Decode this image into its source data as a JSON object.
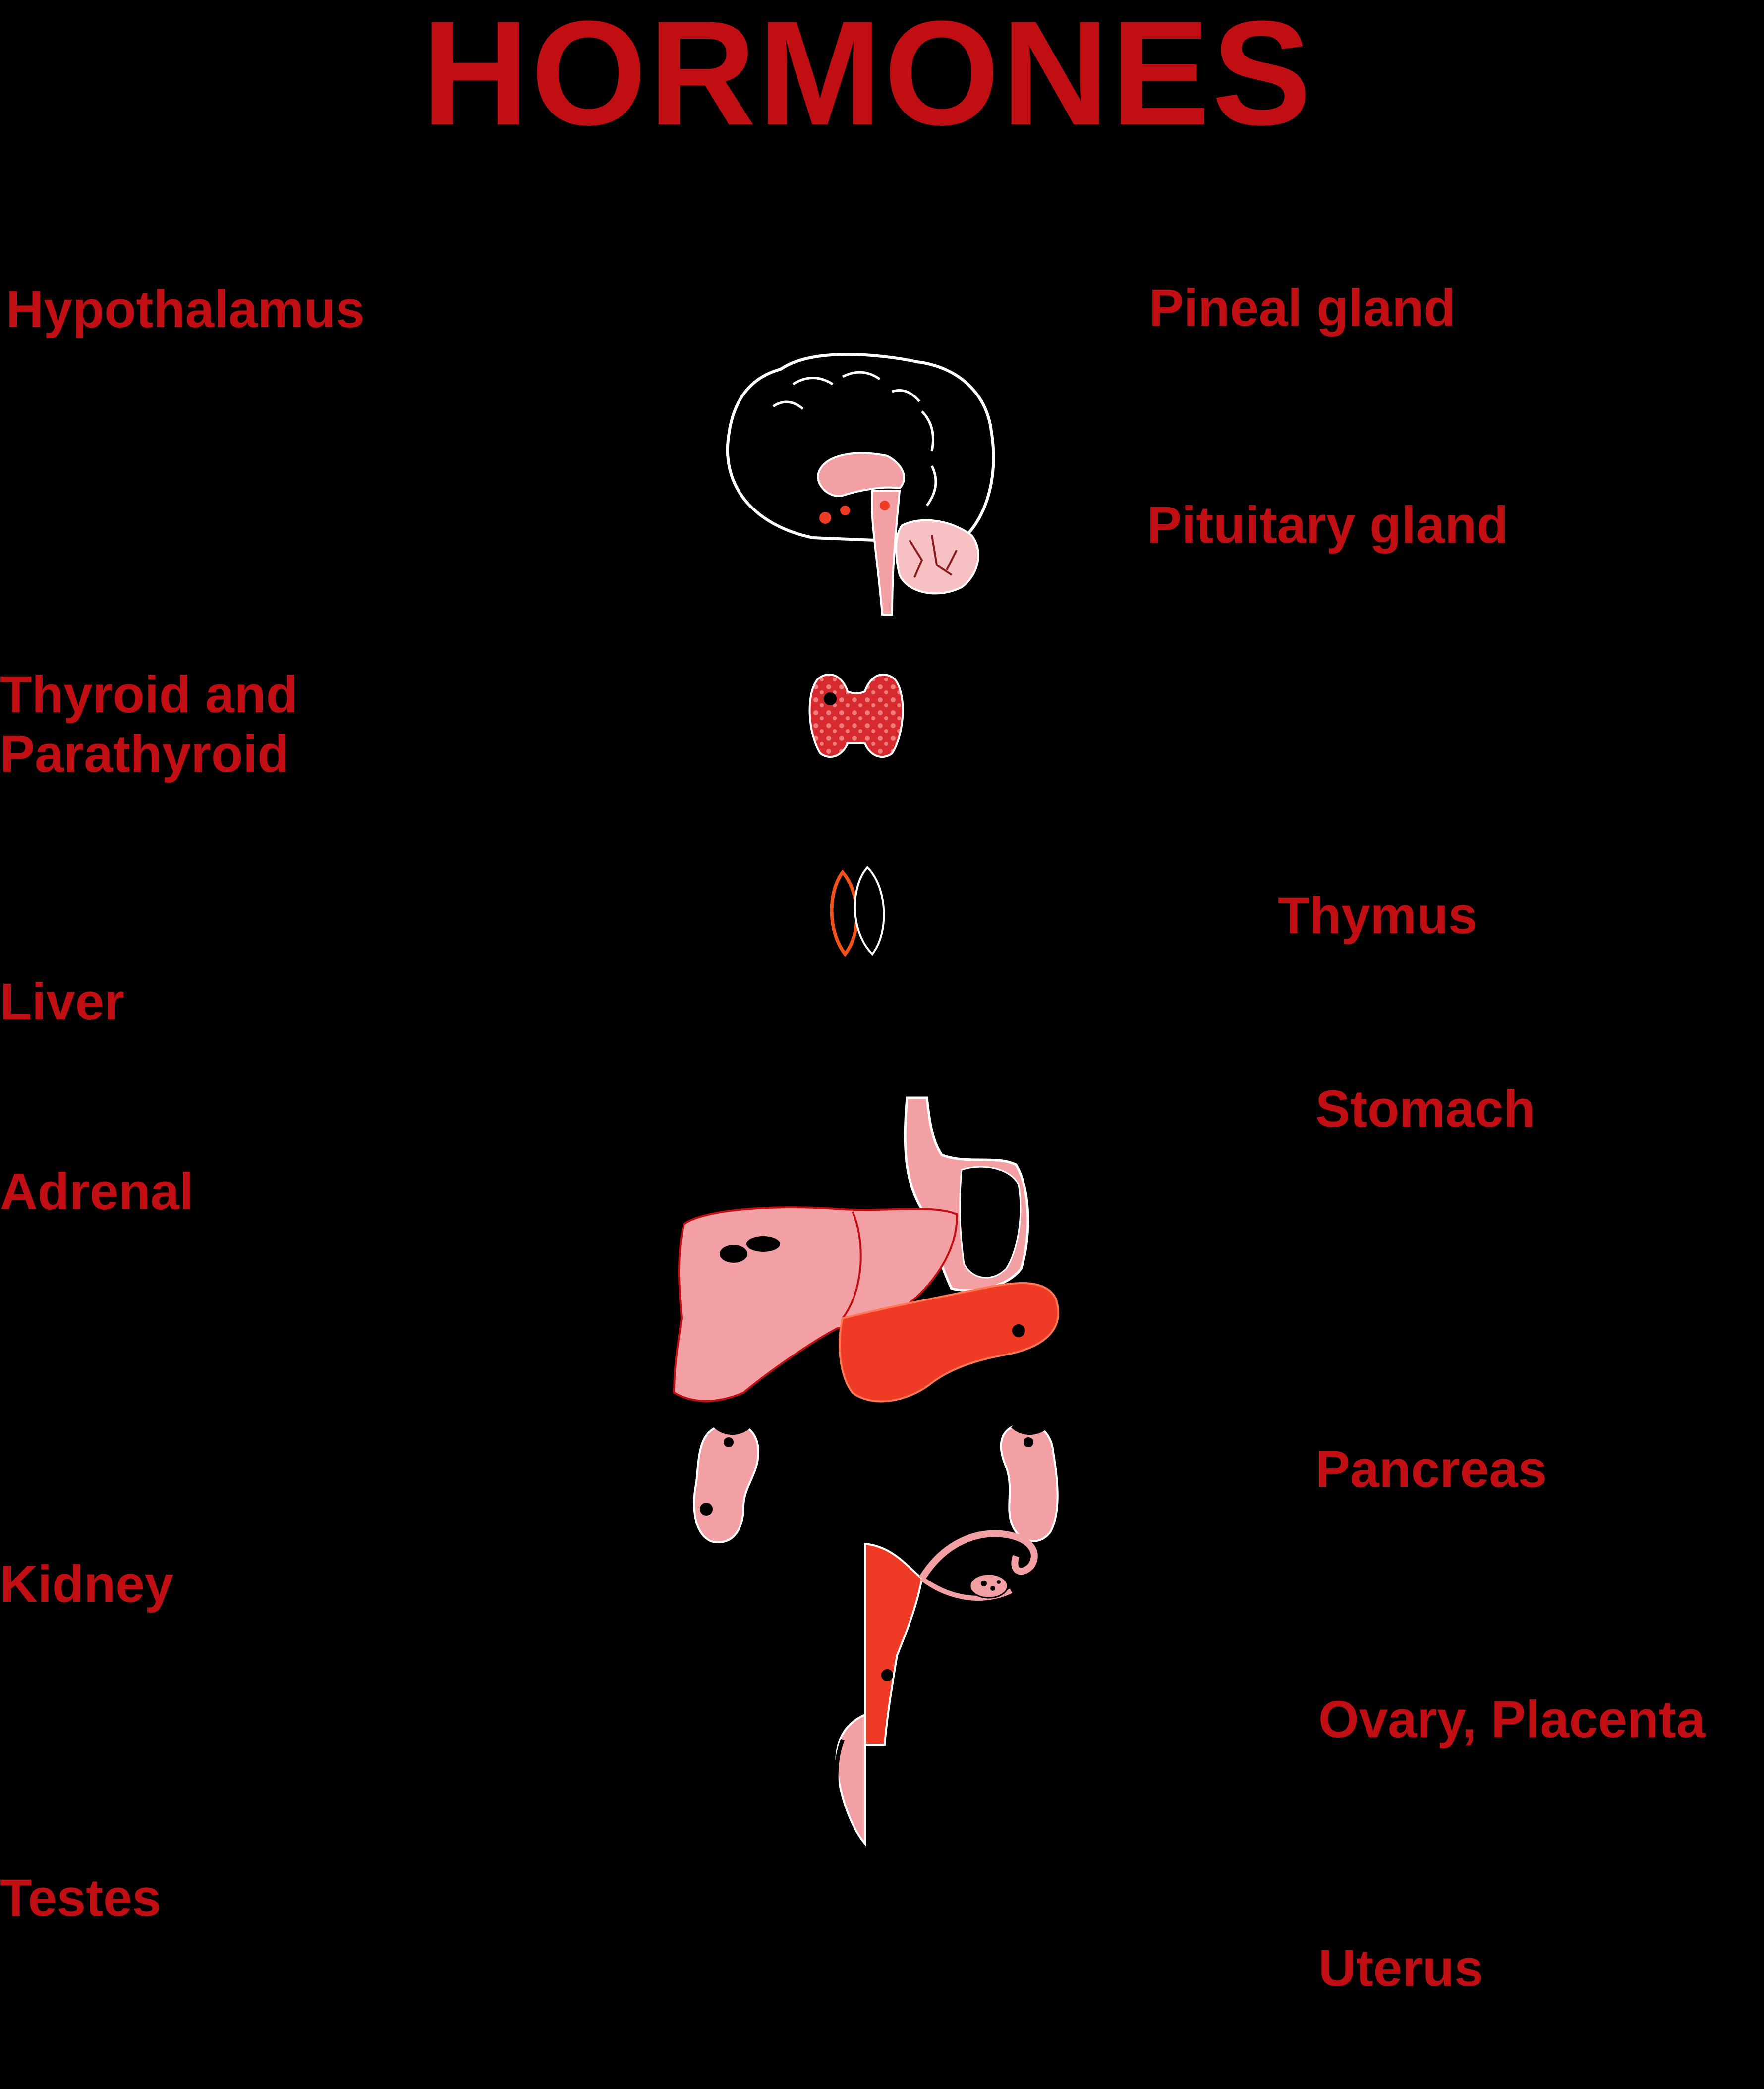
{
  "title": "HORMONES",
  "labels": {
    "hypothalamus": "Hypothalamus",
    "pineal": "Pineal gland",
    "pituitary": "Pituitary gland",
    "thyroid_line1": "Thyroid and",
    "thyroid_line2": "Parathyroid",
    "thymus": "Thymus",
    "liver": "Liver",
    "stomach": "Stomach",
    "adrenal": "Adrenal",
    "pancreas": "Pancreas",
    "kidney": "Kidney",
    "ovary_placenta": "Ovary, Placenta",
    "testes": "Testes",
    "uterus": "Uterus"
  },
  "colors": {
    "background": "#000000",
    "label": "#c10e12",
    "organ_pink": "#f2a0a3",
    "organ_red": "#ef3a26",
    "thymus_outline": "#f0521a"
  }
}
